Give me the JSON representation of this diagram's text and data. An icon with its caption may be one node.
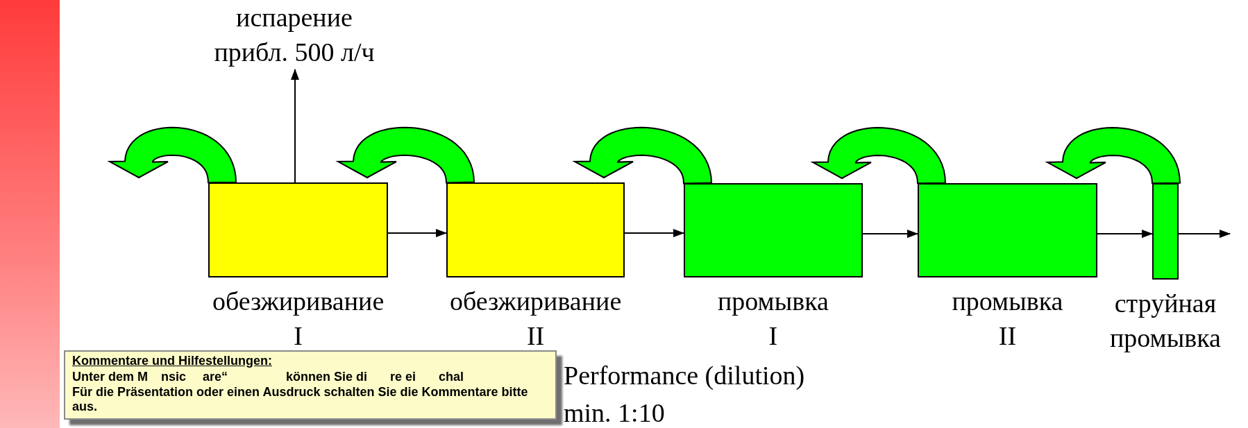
{
  "diagram": {
    "nodes": [
      {
        "text": [
          "испарение прибл. 500 л/ч"
        ]
      },
      {
        "text": [],
        "shape": "box",
        "beside": [
          "обезжиривание I"
        ]
      },
      {
        "text": [],
        "shape": "box",
        "beside": [
          "обезжиривание II"
        ]
      },
      {
        "text": [],
        "shape": "box",
        "beside": [
          "промывка I"
        ]
      },
      {
        "text": [],
        "shape": "box",
        "beside": [
          "промывка II"
        ]
      },
      {
        "text": [],
        "shape": "box",
        "beside": [
          "струйная промывка"
        ]
      },
      {
        "text": [],
        "shape": "bar"
      }
    ],
    "edges": [
      {
        "from": 1,
        "to": 0,
        "arrow": "to"
      },
      {
        "from": 1,
        "to": 2,
        "arrow": "to"
      },
      {
        "from": 2,
        "to": 3,
        "arrow": "to"
      },
      {
        "from": 3,
        "to": 4,
        "arrow": "to"
      },
      {
        "from": 4,
        "to": 5,
        "arrow": "to"
      },
      {
        "from": 5,
        "to": null,
        "arrow": "to"
      },
      {
        "from": 1,
        "to": null,
        "arrow": "to",
        "style": "thick",
        "color": "#00ff00"
      },
      {
        "from": 2,
        "to": 1,
        "arrow": "to",
        "style": "thick",
        "color": "#00ff00"
      },
      {
        "from": 3,
        "to": 2,
        "arrow": "to",
        "style": "thick",
        "color": "#00ff00"
      },
      {
        "from": 4,
        "to": 3,
        "arrow": "to",
        "style": "thick",
        "color": "#00ff00"
      },
      {
        "from": 5,
        "to": 4,
        "arrow": "to",
        "style": "thick",
        "color": "#00ff00"
      }
    ],
    "labels": [
      "Kommentare und Hilfestellungen:",
      "Unter dem M",
      "nsic",
      "are“",
      "können Sie di",
      "re ei",
      "chal",
      "Für die Präsentation oder einen Ausdruck schalten Sie die Kommentare bitte aus.",
      "Performance (dilution) min. 1:10"
    ]
  }
}
